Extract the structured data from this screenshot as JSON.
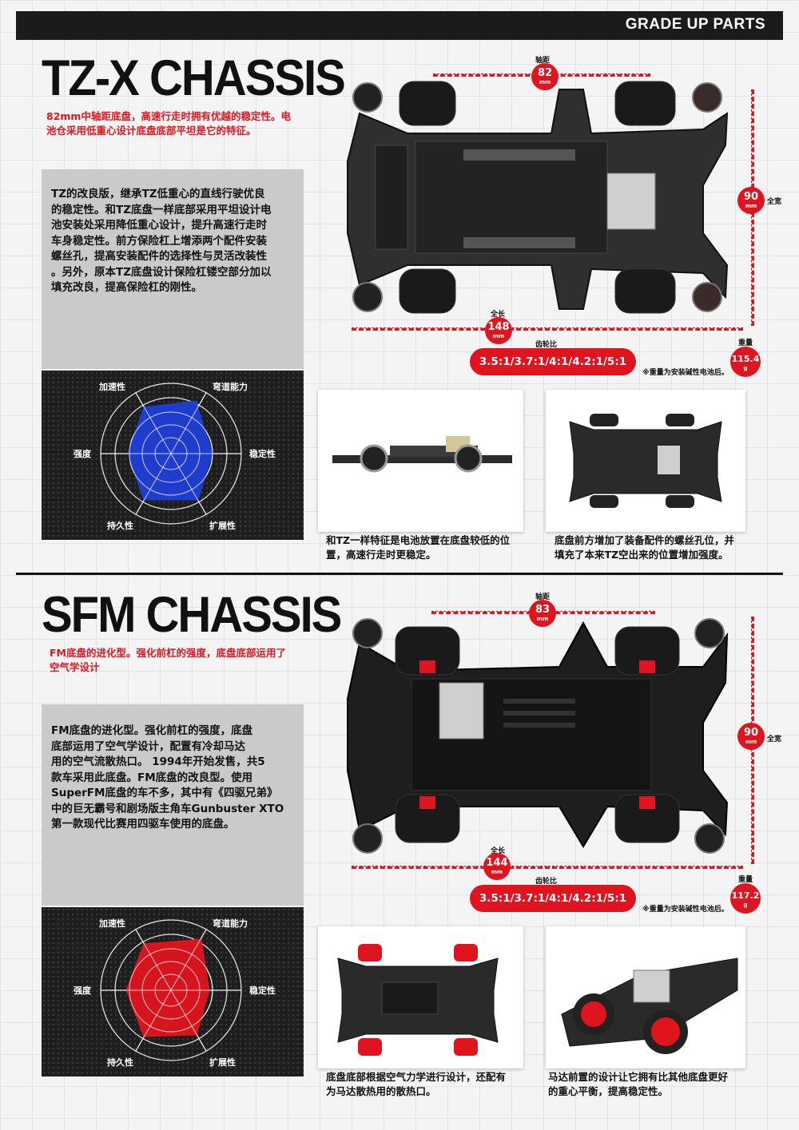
{
  "header": {
    "label": "GRADE UP PARTS"
  },
  "radar_axes": [
    "加速性",
    "弯道能力",
    "稳定性",
    "扩展性",
    "持久性",
    "强度"
  ],
  "sections": [
    {
      "title": "TZ-X CHASSIS",
      "subtitle_lines": [
        "82mm中轴距底盘，高速行走时拥有优越的稳定性。电",
        "池仓采用低重心设计底盘底部平坦是它的特征。"
      ],
      "desc_lines": [
        "TZ的改良版，继承TZ低重心的直线行驶优良",
        "的稳定性。和TZ底盘一样底部采用平坦设计电",
        "池安装处采用降低重心设计，提升高速行走时",
        "车身稳定性。前方保险杠上增添两个配件安装",
        "螺丝孔，提高安装配件的选择性与灵活改装性",
        "。另外，原本TZ底盘设计保险杠镂空部分加以",
        "填充改良，提高保险杠的刚性。"
      ],
      "radar_color": "#1f3fd6",
      "specs": {
        "wheelbase_label": "轴距",
        "wheelbase": "82",
        "mm": "mm",
        "width_label": "全宽",
        "width": "90",
        "length_label": "全长",
        "length": "148",
        "gear_label": "齿轮比",
        "gear": "3.5:1/3.7:1/4:1/4.2:1/5:1",
        "weight_label": "重量",
        "weight": "115.4",
        "g": "g",
        "note": "※重量为安装碱性电池后。"
      },
      "captions": [
        [
          "和TZ一样特征是电池放置在底盘较低的位",
          "置，高速行走时更稳定。"
        ],
        [
          "底盘前方增加了装备配件的螺丝孔位，并",
          "填充了本来TZ空出来的位置增加强度。"
        ]
      ]
    },
    {
      "title": "SFM CHASSIS",
      "subtitle_lines": [
        "FM底盘的进化型。强化前杠的强度，底盘底部运用了",
        "空气学设计"
      ],
      "desc_lines": [
        "FM底盘的进化型。强化前杠的强度，底盘",
        "底部运用了空气学设计，配置有冷却马达",
        "用的空气流散热口。 1994年开始发售，共5",
        "款车采用此底盘。FM底盘的改良型。使用",
        "SuperFM底盘的车不多，其中有《四驱兄弟》",
        "中的巨无霸号和剧场版主角车Gunbuster XTO",
        "第一款现代比赛用四驱车使用的底盘。"
      ],
      "radar_color": "#e0141e",
      "specs": {
        "wheelbase_label": "轴距",
        "wheelbase": "83",
        "mm": "mm",
        "width_label": "全宽",
        "width": "90",
        "length_label": "全长",
        "length": "144",
        "gear_label": "齿轮比",
        "gear": "3.5:1/3.7:1/4:1/4.2:1/5:1",
        "weight_label": "重量",
        "weight": "117.2",
        "g": "g",
        "note": "※重量为安装碱性电池后。"
      },
      "captions": [
        [
          "底盘底部根据空气力学进行设计，还配有",
          "为马达散热用的散热口。"
        ],
        [
          "马达前置的设计让它拥有比其他底盘更好",
          "的重心平衡，提高稳定性。"
        ]
      ]
    }
  ]
}
